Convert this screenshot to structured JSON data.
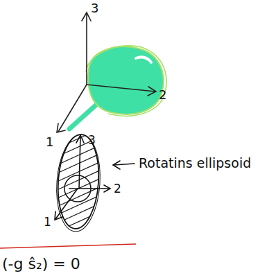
{
  "diagram": {
    "labels": [
      "3",
      "2",
      "1",
      "Rotatins ellipsoid",
      "3",
      "2",
      "1",
      "(-g ŝ₂) = 0"
    ]
  }
}
